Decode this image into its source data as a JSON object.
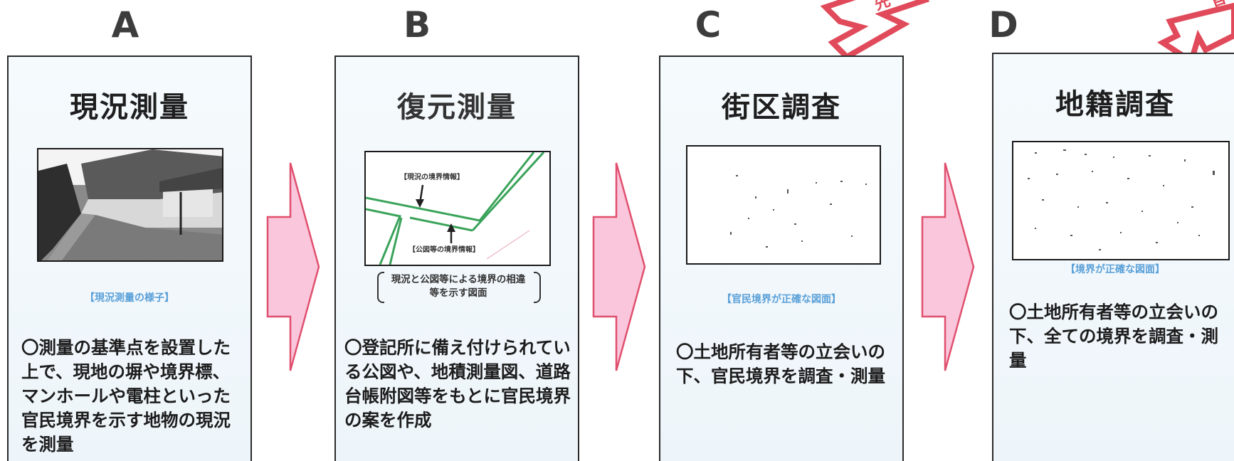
{
  "steps": [
    {
      "letter": "A",
      "title": "現況測量",
      "caption": "【現況測量の様子】",
      "description": "〇測量の基準点を設置した上で、現地の塀や境界標、マンホールや電柱といった官民境界を示す地物の現況を測量"
    },
    {
      "letter": "B",
      "title": "復元測量",
      "caption": "現況と公図等による境界の相違等を示す図面",
      "map_label_top": "【現況の境界情報】",
      "map_label_bottom": "【公図等の境界情報】",
      "description": "〇登記所に備え付けられている公図や、地積測量図、道路台帳附図等をもとに官民境界の案を作成"
    },
    {
      "letter": "C",
      "title": "街区調査",
      "caption": "【官民境界が正確な図面】",
      "description": "〇土地所有者等の立会いの下、官民境界を調査・測量"
    },
    {
      "letter": "D",
      "title": "地籍調査",
      "caption": "【境界が正確な図面】",
      "description": "〇土地所有者等の立会いの下、全ての境界を調査・測量"
    }
  ],
  "callouts": [
    "先",
    "官"
  ],
  "colors": {
    "flow_arrow_fill": "#f9c6dc",
    "flow_arrow_stroke": "#e0506e",
    "callout_stroke": "#e04a5a",
    "map_line": "#3aa35a",
    "panel_border": "#2a2a2a",
    "caption_blue": "#5aa0d8"
  }
}
